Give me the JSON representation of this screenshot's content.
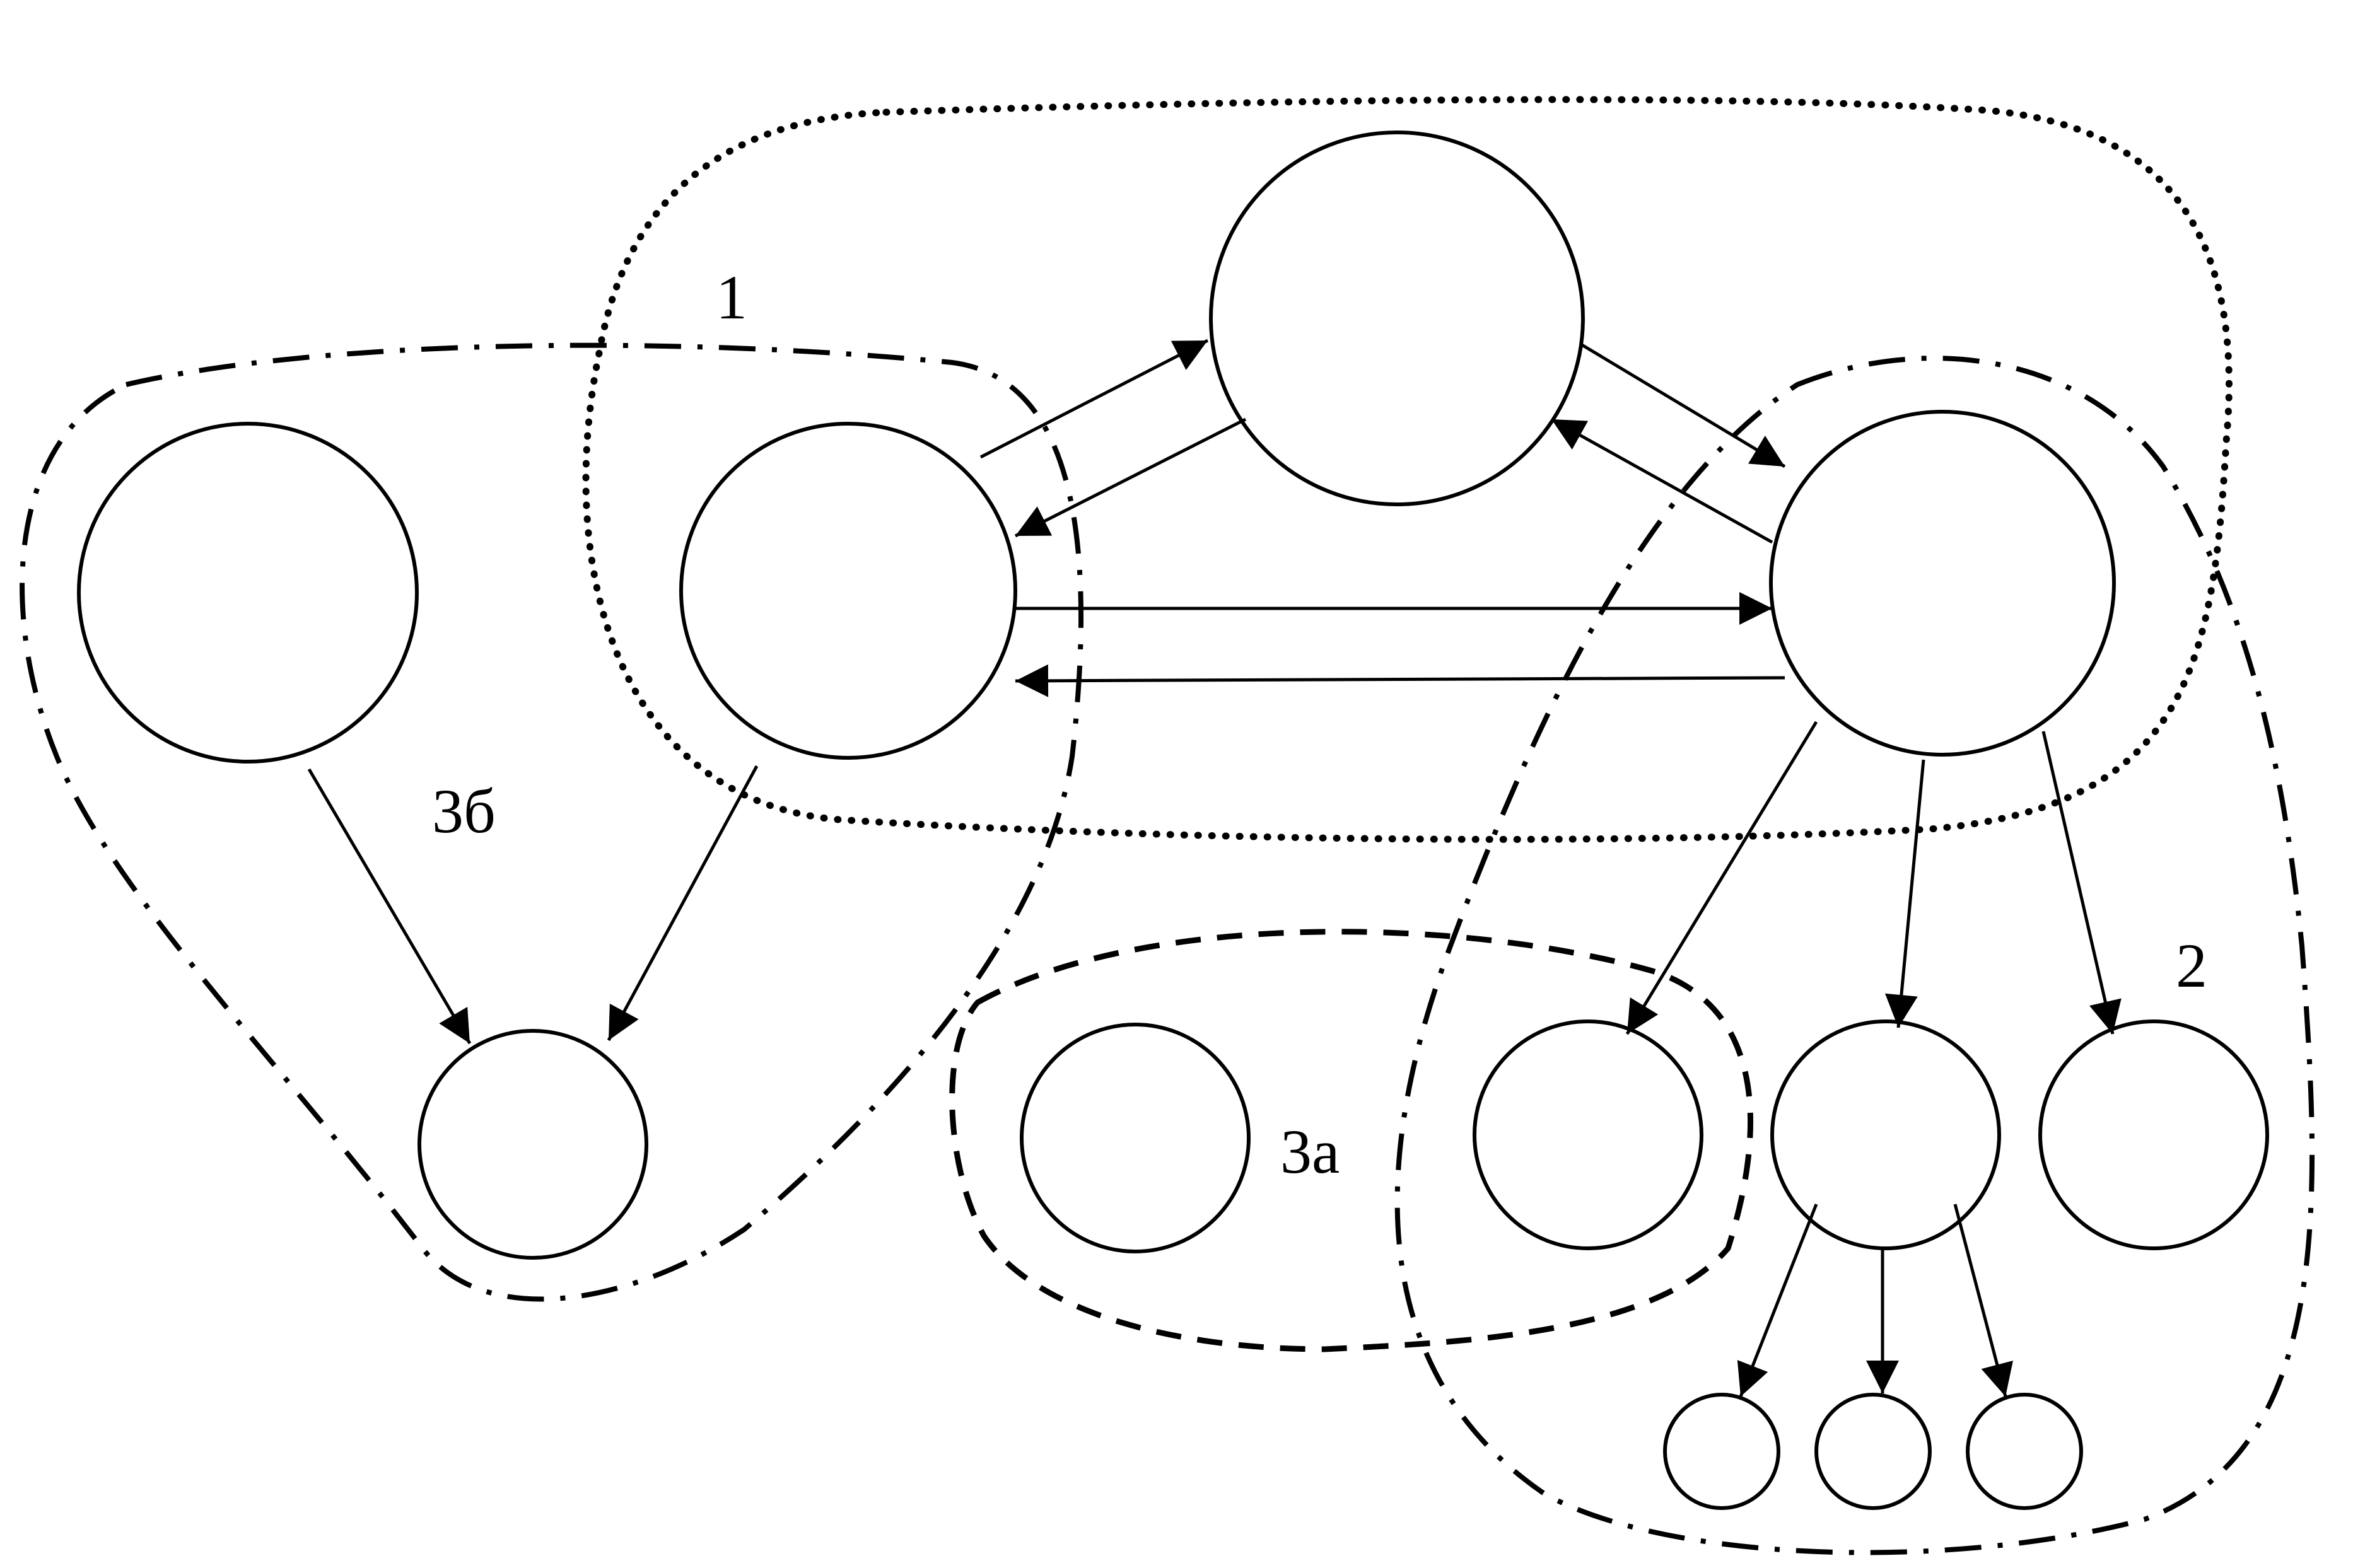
{
  "diagram": {
    "labels": {
      "group_1": "1",
      "group_2": "2",
      "group_3a": "3a",
      "group_3b": "3б"
    },
    "colors": {
      "stroke": "#000000",
      "background": "#ffffff"
    }
  }
}
